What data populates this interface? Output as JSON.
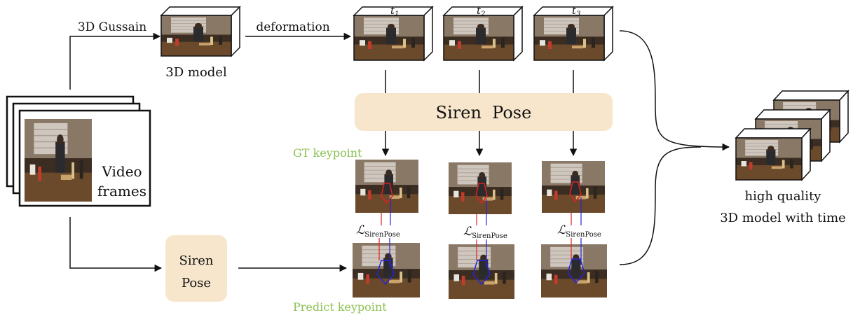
{
  "labels": {
    "edge_top": "3D Gussain",
    "model": "3D model",
    "edge_deform": "deformation",
    "t1": "t",
    "t1_sub": "1",
    "t2": "t",
    "t2_sub": "2",
    "t3": "t",
    "t3_sub": "3",
    "siren_pose_banner": "Siren  Pose",
    "gt_keypoint": "GT keypoint",
    "predict_keypoint": "Predict keypoint",
    "video_line1": "Video",
    "video_line2": "frames",
    "siren_box_line1": "Siren",
    "siren_box_line2": "Pose",
    "loss_symbol": "ℒ",
    "loss_sub": "SirenPose",
    "output_line1": "high quality",
    "output_line2": "3D model with time"
  },
  "colors": {
    "accent_green": "#8cc152",
    "banner_fill": "#f7e6cc",
    "box_fill": "#f7e6cc",
    "gt_line": "#e02020",
    "pred_line": "#2424d8",
    "stroke": "#111111"
  }
}
